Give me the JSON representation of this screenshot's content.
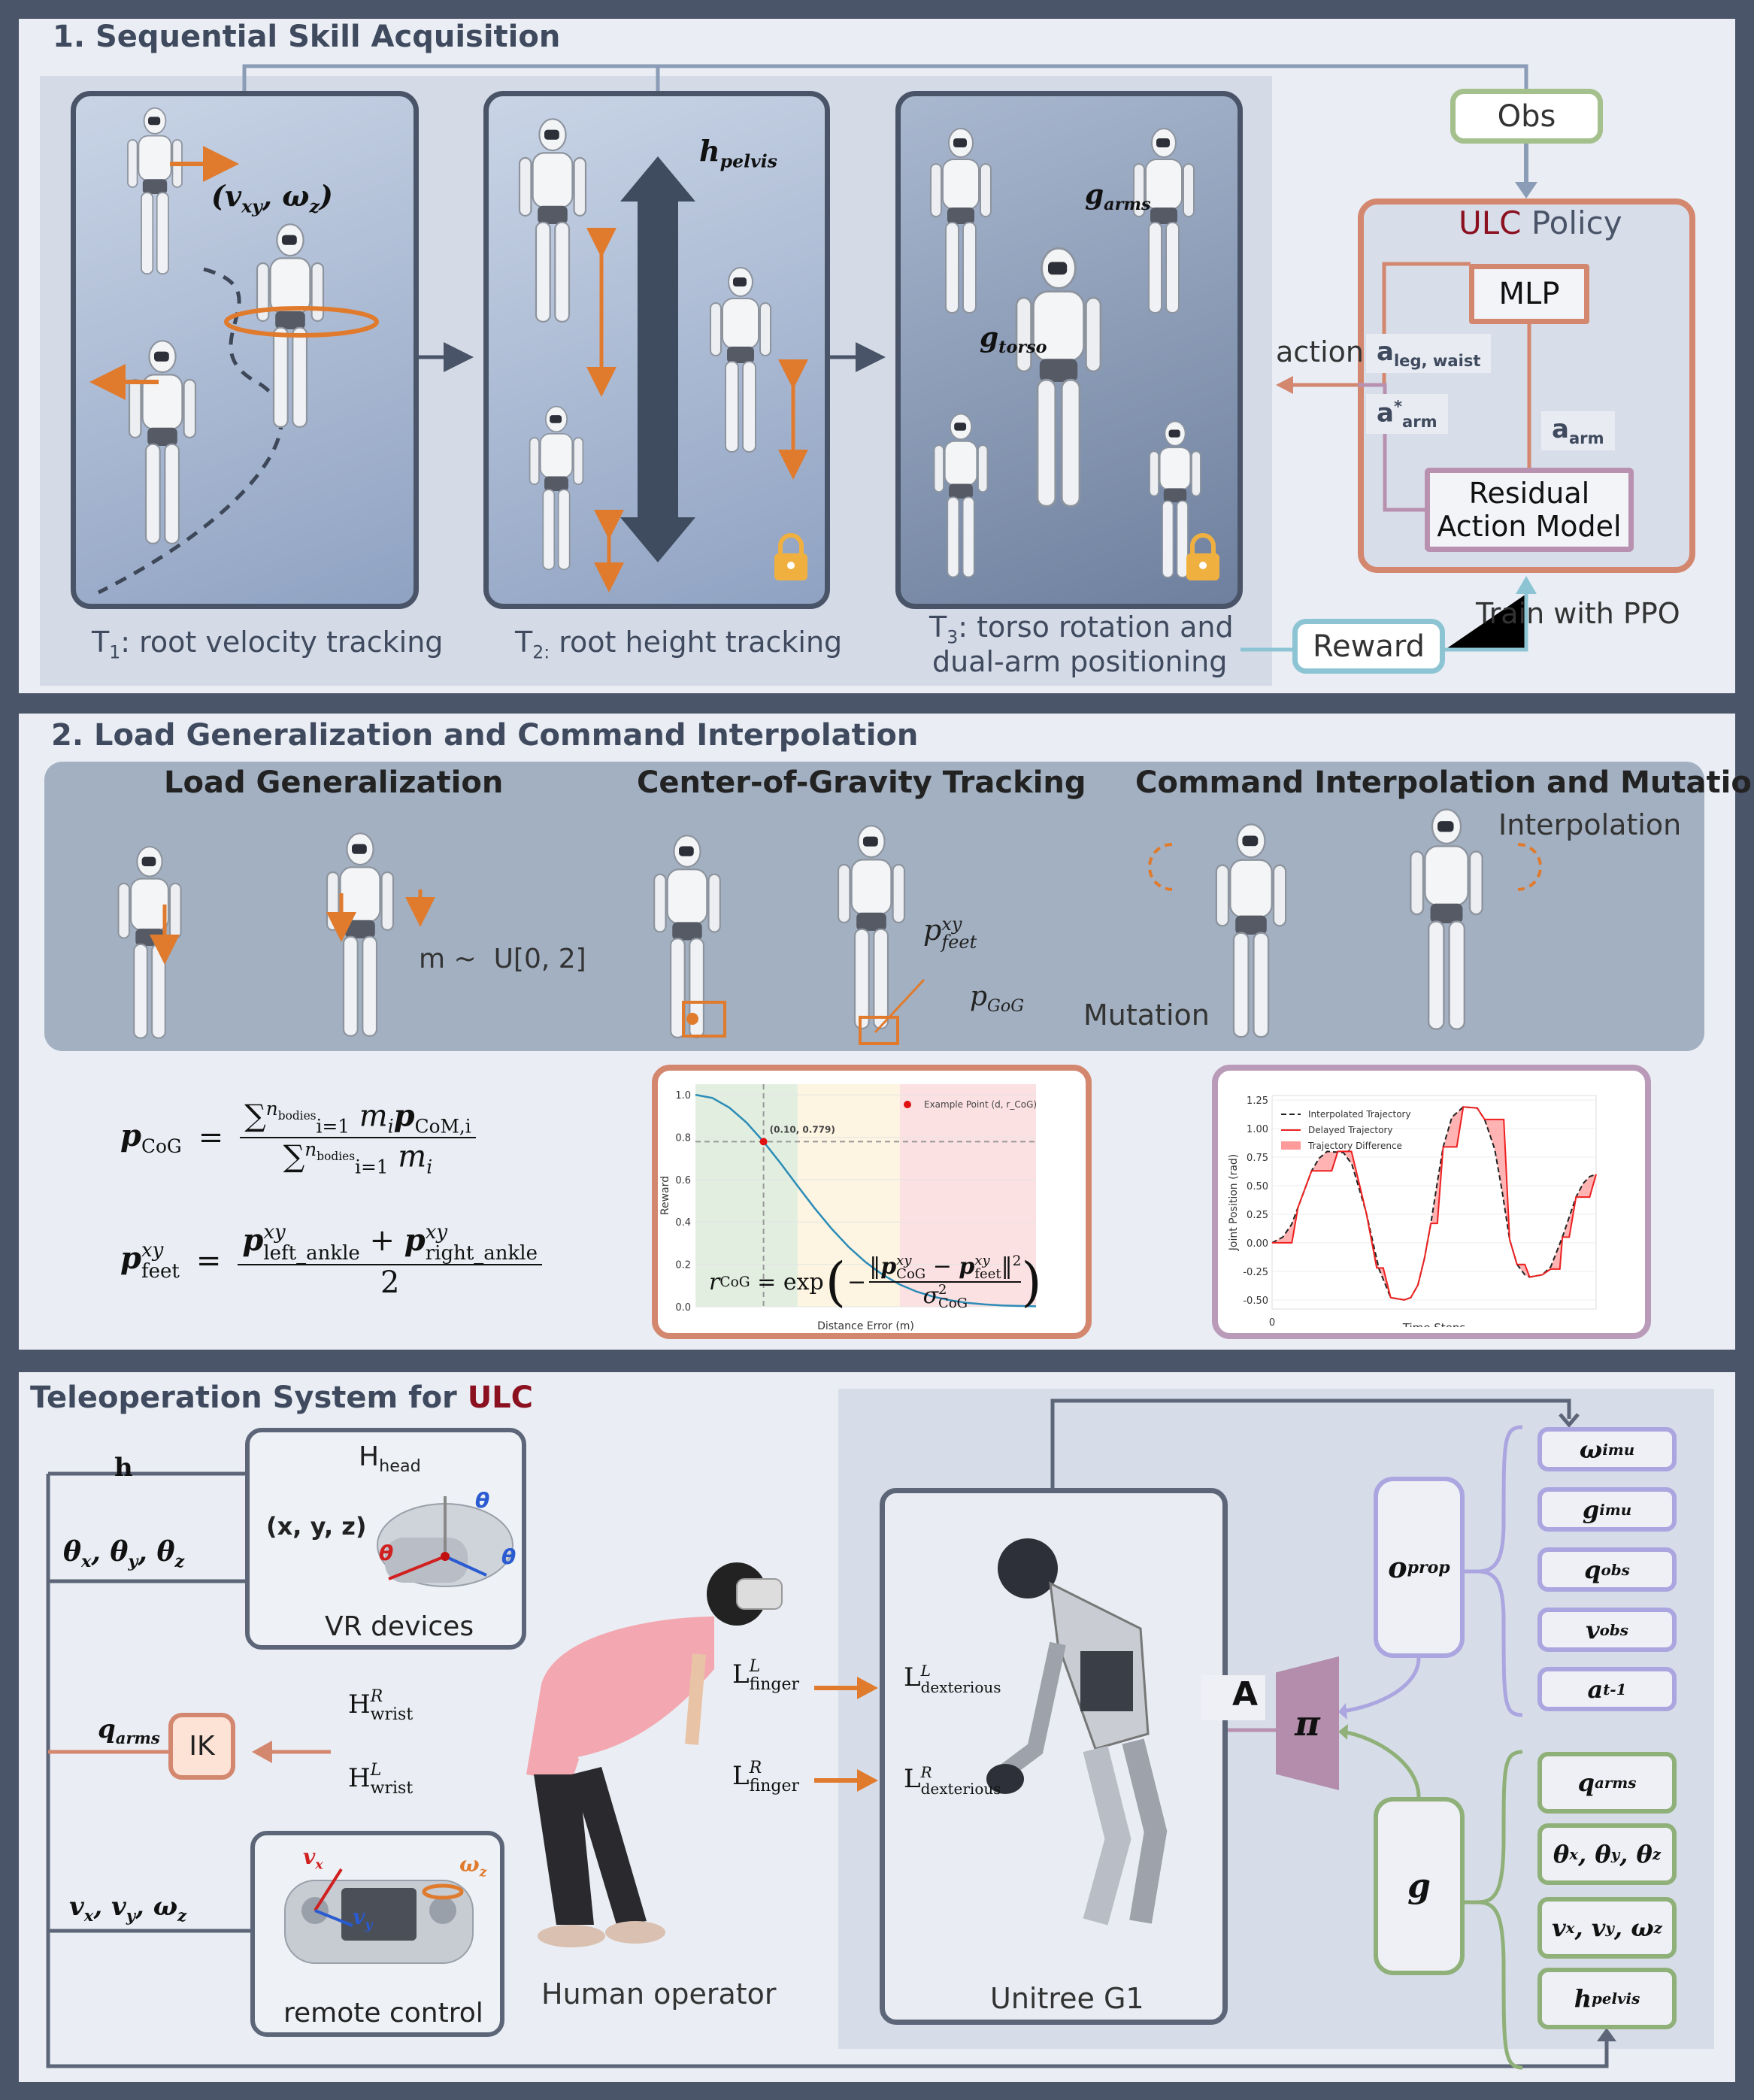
{
  "section1": {
    "title": "1. Sequential Skill Acquisition",
    "tasks": [
      {
        "t": "T",
        "sub": "1",
        "label": ":  root velocity tracking",
        "annot_v": "v",
        "annot_v_sub": "xy",
        "annot_w": "ω",
        "annot_w_sub": "z"
      },
      {
        "t": "T",
        "sub": "2:",
        "label": "  root height tracking",
        "annot": "h",
        "annot_sub": "pelvis"
      },
      {
        "t": "T",
        "sub": "3",
        "label": ":  torso rotation and",
        "label2": "dual-arm positioning",
        "annot_arms": "g",
        "annot_arms_sub": "arms",
        "annot_torso": "g",
        "annot_torso_sub": "torso"
      }
    ],
    "obs": "Obs",
    "policy_ulc": "ULC",
    "policy_rest": " Policy",
    "mlp": "MLP",
    "residual_1": "Residual",
    "residual_2": "Action Model",
    "a_leg": "a",
    "a_leg_sub": "leg, waist",
    "a_arm_star": "a",
    "a_arm_star_sup": "*",
    "a_arm_star_sub": "arm",
    "a_arm": "a",
    "a_arm_sub": "arm",
    "action": "action",
    "reward": "Reward",
    "train": "Train with PPO"
  },
  "section2": {
    "title": "2. Load Generalization and Command Interpolation",
    "load_title": "Load Generalization",
    "cog_title": "Center-of-Gravity Tracking",
    "cmd_title": "Command Interpolation and Mutation",
    "mass": "m ~  U[0, 2]",
    "interpolation": "Interpolation",
    "mutation": "Mutation",
    "p_feet": "p",
    "p_feet_sup": "xy",
    "p_feet_sub": "feet",
    "p_gog": "p",
    "p_gog_sub": "GoG",
    "formula_cog": {
      "lhs": "p",
      "lhs_sub": "CoG",
      "num": "∑",
      "num_sup": "n",
      "num_sup_sub": "bodies",
      "num_sub": "i=1",
      "num_term": "m",
      "num_term_sub": "i",
      "num_p": "p",
      "num_p_sub": "CoM,i",
      "den_term": "m",
      "den_term_sub": "i"
    },
    "formula_feet": {
      "lhs": "p",
      "lhs_sup": "xy",
      "lhs_sub": "feet",
      "t1": "p",
      "t1_sup": "xy",
      "t1_sub": "left_ankle",
      "plus": "+",
      "t2": "p",
      "t2_sup": "xy",
      "t2_sub": "right_ankle",
      "den": "2"
    }
  },
  "chart_data": [
    {
      "type": "line",
      "xlabel": "Distance Error (m)",
      "ylabel": "Reward",
      "xlim": [
        0,
        0.5
      ],
      "ylim": [
        0,
        1.05
      ],
      "yticks": [
        "0.0",
        "0.2",
        "0.4",
        "0.6",
        "0.8",
        "1.0"
      ],
      "grid": true,
      "x": [
        0,
        0.025,
        0.05,
        0.075,
        0.1,
        0.125,
        0.15,
        0.175,
        0.2,
        0.225,
        0.25,
        0.275,
        0.3,
        0.325,
        0.35,
        0.375,
        0.4,
        0.425,
        0.45,
        0.475,
        0.5
      ],
      "y": [
        1.0,
        0.985,
        0.939,
        0.869,
        0.779,
        0.677,
        0.57,
        0.465,
        0.368,
        0.282,
        0.21,
        0.151,
        0.105,
        0.071,
        0.047,
        0.03,
        0.018,
        0.011,
        0.006,
        0.004,
        0.002
      ],
      "regions": [
        {
          "from": 0,
          "to": 0.15,
          "color": "#e2efe0"
        },
        {
          "from": 0.15,
          "to": 0.3,
          "color": "#fdf4e1"
        },
        {
          "from": 0.3,
          "to": 0.5,
          "color": "#fce1e2"
        }
      ],
      "line_color": "#2b8cb8",
      "example_point": {
        "x": 0.1,
        "y": 0.779,
        "label": "(0.10, 0.779)",
        "color": "#e01010"
      },
      "legend": "Example Point (d, r_CoG)",
      "legend_position": "top-right",
      "formula": {
        "lhs": "r",
        "lhs_sub": "CoG",
        "eq": "= exp",
        "num_a": "p",
        "num_a_sup": "xy",
        "num_a_sub": "CoG",
        "num_b": "p",
        "num_b_sup": "xy",
        "num_b_sub": "feet",
        "den": "σ",
        "den_sup": "2",
        "den_sub": "CoG"
      }
    },
    {
      "type": "line",
      "xlabel": "Time Steps",
      "ylabel": "Joint Position (rad)",
      "xticks": [
        "0"
      ],
      "xlim": [
        0,
        100
      ],
      "ylim": [
        -0.58,
        1.29
      ],
      "yticks": [
        "-0.50",
        "-0.25",
        "0.00",
        "0.25",
        "0.50",
        "0.75",
        "1.00",
        "1.25"
      ],
      "grid": true,
      "legend_position": "top-left",
      "series": [
        {
          "name": "Interpolated Trajectory",
          "style": "dashed",
          "color": "#222222",
          "x": [
            0,
            3.3,
            6,
            8,
            12.2,
            14.5,
            17,
            22,
            24.6,
            29,
            33,
            36.6,
            40.8,
            42.8,
            45,
            47,
            49,
            51,
            52.8,
            55.5,
            59,
            63.3,
            65.6,
            68.7,
            71,
            73.3,
            75.6,
            78,
            79.5,
            83.4,
            86,
            89.6,
            93.8,
            96,
            98,
            100
          ],
          "y": [
            0,
            0.05,
            0.16,
            0.31,
            0.63,
            0.74,
            0.8,
            0.79,
            0.69,
            0.27,
            -0.23,
            -0.48,
            -0.5,
            -0.48,
            -0.37,
            -0.14,
            0.17,
            0.53,
            0.84,
            1.1,
            1.19,
            1.18,
            1.08,
            0.82,
            0.45,
            0.03,
            -0.19,
            -0.28,
            -0.3,
            -0.28,
            -0.21,
            0.05,
            0.4,
            0.52,
            0.58,
            0.6
          ]
        },
        {
          "name": "Delayed Trajectory",
          "style": "solid",
          "color": "#ee2020",
          "x": [
            0,
            6.1,
            8,
            12.2,
            18.4,
            20.3,
            24.5,
            29,
            32.3,
            34.3,
            36.6,
            40.8,
            42.8,
            45,
            47,
            49,
            51,
            52.8,
            57,
            59,
            63.3,
            65.6,
            71.5,
            73.3,
            75.6,
            78,
            79.5,
            83.4,
            86,
            88.8,
            89.6,
            91.7,
            93.8,
            98,
            100
          ],
          "y": [
            0,
            0,
            0.31,
            0.63,
            0.63,
            0.8,
            0.8,
            0.27,
            -0.22,
            -0.22,
            -0.48,
            -0.5,
            -0.48,
            -0.37,
            -0.14,
            0.17,
            0.17,
            0.84,
            0.84,
            1.19,
            1.18,
            1.08,
            1.08,
            0.03,
            -0.19,
            -0.19,
            -0.3,
            -0.28,
            -0.23,
            -0.23,
            0.05,
            0.05,
            0.4,
            0.4,
            0.6
          ]
        }
      ],
      "fill": {
        "name": "Trajectory Difference",
        "color": "#ff9a9a"
      }
    }
  ],
  "section3": {
    "title_a": "Teleoperation System for ",
    "title_ulc": "ULC",
    "h": "h",
    "thetas": "θ",
    "theta_x": "x",
    "theta_y": "y",
    "theta_z": "z",
    "hhead": "H",
    "hhead_sub": "head",
    "xyz": "(x, y, z)",
    "vr": "VR devices",
    "q_arms": "q",
    "q_arms_sub": "arms",
    "ik": "IK",
    "h_wrist_r": "H",
    "h_wrist_r_sup": "R",
    "h_wrist_r_sub": "wrist",
    "h_wrist_l": "H",
    "h_wrist_l_sup": "L",
    "h_wrist_l_sub": "wrist",
    "vels": "v",
    "vx_sub": "x",
    "vy_sub": "y",
    "wz": "ω",
    "wz_sub": "z",
    "remote": "remote control",
    "rc_vx": "v",
    "rc_vx_sub": "x",
    "rc_vy": "v",
    "rc_vy_sub": "y",
    "rc_wz": "ω",
    "rc_wz_sub": "z",
    "human": "Human operator",
    "l_finger_l": "L",
    "l_finger_l_sup": "L",
    "l_finger_l_sub": "finger",
    "l_finger_r": "L",
    "l_finger_r_sup": "R",
    "l_finger_r_sub": "finger",
    "l_dex_l": "L",
    "l_dex_l_sup": "L",
    "l_dex_l_sub": "dexterious",
    "l_dex_r": "L",
    "l_dex_r_sup": "R",
    "l_dex_r_sub": "dexterious",
    "robot": "Unitree G1",
    "A": "A",
    "pi": "π",
    "oprop": "o",
    "oprop_sub": "prop",
    "g": "g",
    "prop_items": [
      {
        "main": "ω",
        "sub": "imu"
      },
      {
        "main": "g",
        "sub": " imu"
      },
      {
        "main": "q",
        "sub": "obs"
      },
      {
        "main": "v",
        "sub": "obs"
      },
      {
        "main": "a",
        "sub": "t-1"
      }
    ],
    "goal_items": [
      {
        "main": "q",
        "sub": "arms"
      },
      {
        "main": "θ",
        "sub": "x",
        "main2": ", θ",
        "sub2": "y",
        "main3": ", θ",
        "sub3": "z"
      },
      {
        "main": "v",
        "sub": "x",
        "main2": ", v",
        "sub2": "y",
        "main3": ", ω",
        "sub3": "z"
      },
      {
        "main": "h",
        "sub": "pelvis"
      }
    ]
  },
  "colors": {
    "background": "#4b5569",
    "orange": "#e07b2e",
    "policy": "#d4876f",
    "obs": "#a4c08c",
    "reward": "#8cc4d4",
    "ulc_red": "#8b1020",
    "prop": "#aba5e0",
    "goal": "#90b079",
    "pi": "#b38dab"
  }
}
